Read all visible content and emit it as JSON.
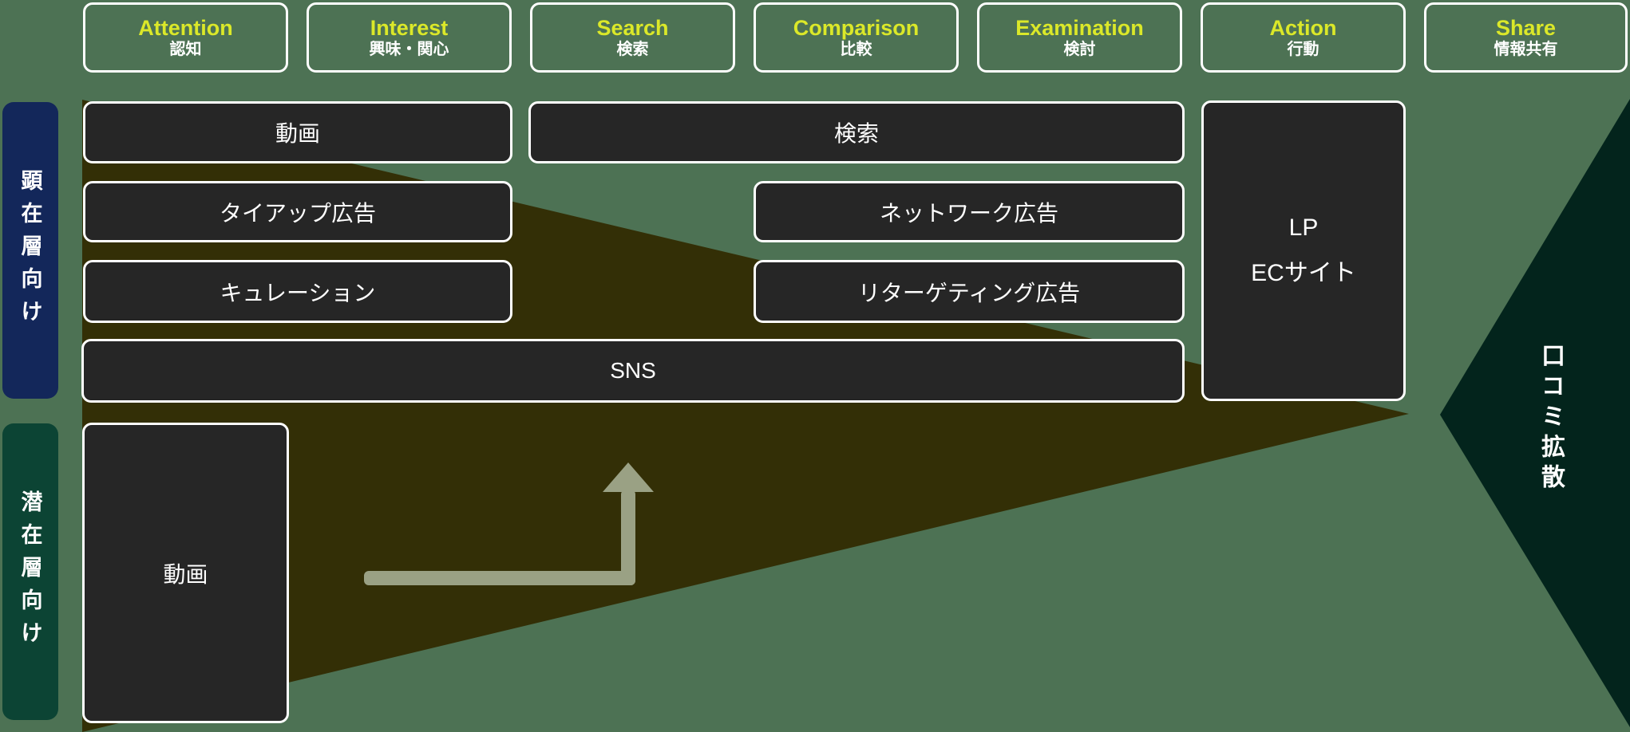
{
  "stages": [
    {
      "en": "Attention",
      "ja": "認知"
    },
    {
      "en": "Interest",
      "ja": "興味・関心"
    },
    {
      "en": "Search",
      "ja": "検索"
    },
    {
      "en": "Comparison",
      "ja": "比較"
    },
    {
      "en": "Examination",
      "ja": "検討"
    },
    {
      "en": "Action",
      "ja": "行動"
    },
    {
      "en": "Share",
      "ja": "情報共有"
    }
  ],
  "audiences": {
    "overt": "顕在層向け",
    "latent": "潜在層向け"
  },
  "channels": {
    "video_top": "動画",
    "search": "検索",
    "tieup_ad": "タイアップ広告",
    "network_ad": "ネットワーク広告",
    "curation": "キュレーション",
    "retargeting_ad": "リターゲティング広告",
    "sns": "SNS",
    "lp_line1": "LP",
    "lp_line2": "ECサイト",
    "video_bottom": "動画"
  },
  "share_label": "口コミ拡散",
  "colors": {
    "background": "#4d7254",
    "funnel": "#332f06",
    "share_chevron": "#03241c",
    "box_fill": "#262626",
    "box_border": "#ffffff",
    "stage_en": "#dbe829",
    "stage_ja": "#ffffff",
    "audience_overt_bg": "#13275a",
    "audience_latent_bg": "#0c4434",
    "arrow": "#9aa184"
  }
}
